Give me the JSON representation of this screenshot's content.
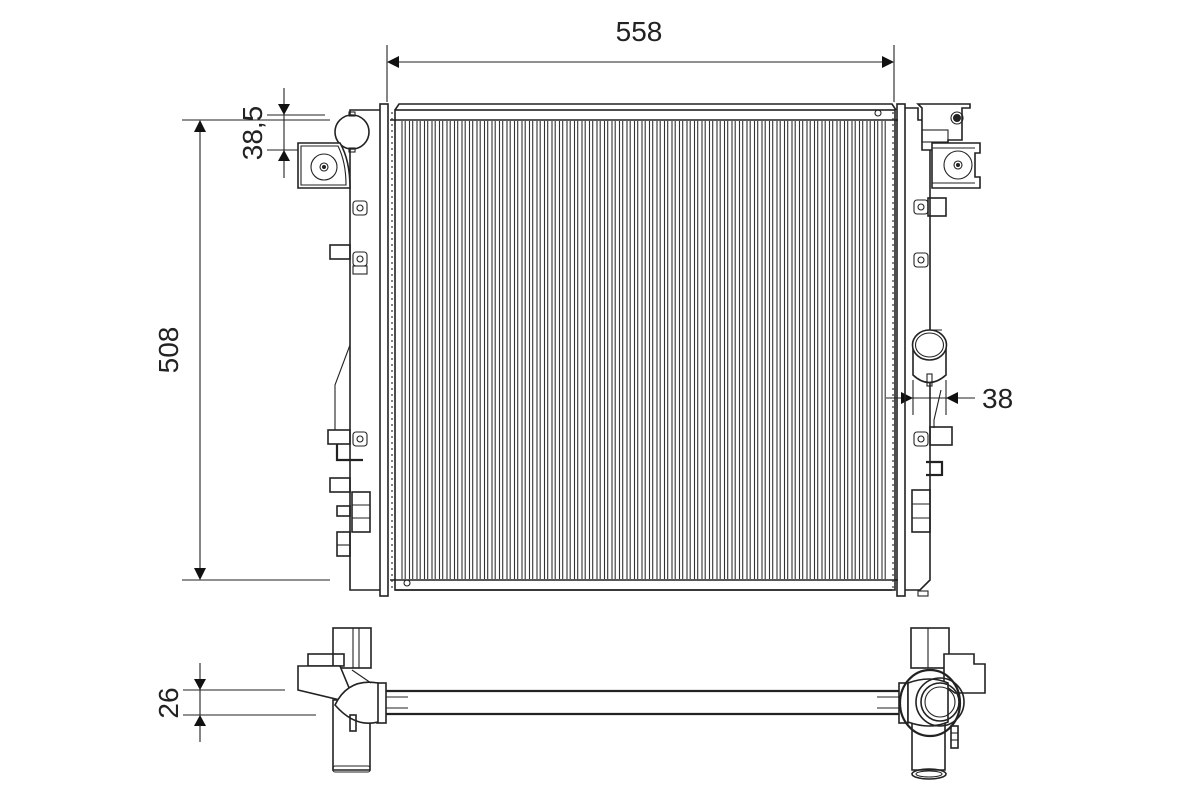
{
  "drawing": {
    "subject": "radiator",
    "views": [
      "front-view",
      "top-view"
    ],
    "line_color": "#222222",
    "background": "#ffffff"
  },
  "dimensions": {
    "width": {
      "label": "558",
      "orientation": "horizontal"
    },
    "height": {
      "label": "508",
      "orientation": "vertical"
    },
    "filler_neck_offset": {
      "label": "38,5",
      "orientation": "vertical"
    },
    "outlet_diameter": {
      "label": "38",
      "orientation": "horizontal"
    },
    "core_thickness": {
      "label": "26",
      "orientation": "vertical"
    }
  }
}
